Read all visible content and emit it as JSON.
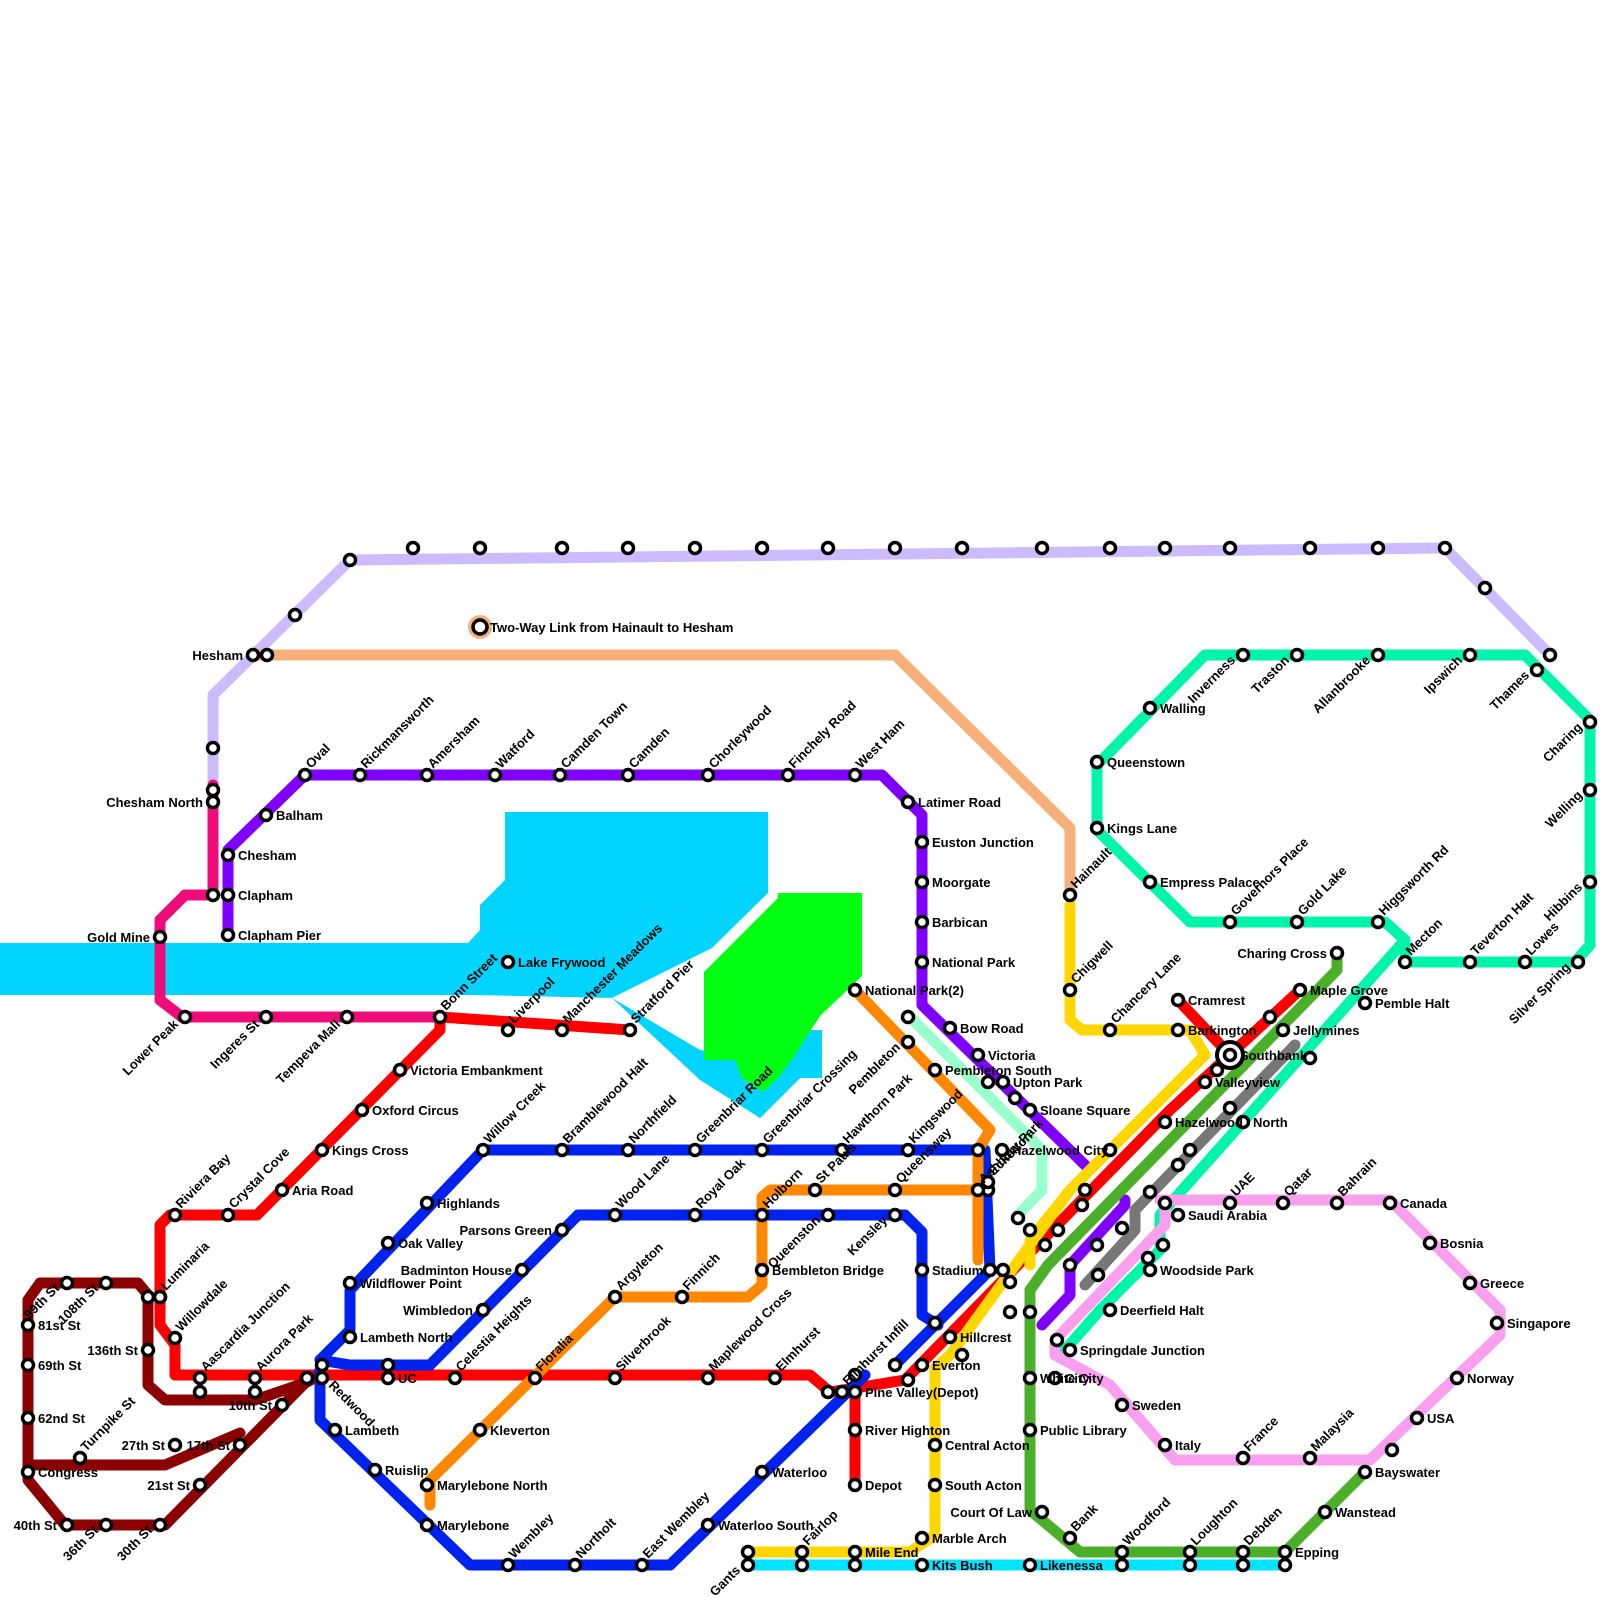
{
  "colors": {
    "lavender": "#ccbbff",
    "peach": "#f7b07a",
    "purple": "#7f00ff",
    "magenta": "#f00c78",
    "red": "#ff0000",
    "maroon": "#8b0000",
    "blue": "#0022ee",
    "orange": "#ff8800",
    "yellow": "#ffd700",
    "green": "#4caf2a",
    "teal": "#00f5aa",
    "mint": "#99ffcc",
    "pink": "#f8a0ee",
    "grey": "#777777",
    "cyan": "#00e5ff",
    "water": "#00d4ff",
    "park": "#00ff11"
  },
  "stations": {
    "hesham": "Hesham",
    "chesham_north": "Chesham North",
    "gold_mine": "Gold Mine",
    "lower_peak": "Lower Peak",
    "ingeres_st": "Ingeres St",
    "tempeva_mall": "Tempeva Mall",
    "bonn_street": "Bonn Street",
    "oval": "Oval",
    "rickmansworth": "Rickmansworth",
    "amersham": "Amersham",
    "watford": "Watford",
    "camden_town": "Camden Town",
    "camden": "Camden",
    "chorleywood": "Chorleywood",
    "finchely_road": "Finchely Road",
    "west_ham": "West Ham",
    "balham": "Balham",
    "chesham": "Chesham",
    "clapham": "Clapham",
    "clapham_pier": "Clapham Pier",
    "lake_frywood": "Lake Frywood",
    "two_way_link": "Two-Way Link from Hainault to Hesham",
    "hainault": "Hainault",
    "chigwell": "Chigwell",
    "chancery_lane": "Chancery Lane",
    "latimer_road": "Latimer Road",
    "euston_junction": "Euston Junction",
    "moorgate": "Moorgate",
    "barbican": "Barbican",
    "national_park": "National Park",
    "national_park_2": "National Park(2)",
    "bow_road": "Bow Road",
    "victoria": "Victoria",
    "pembleton_south": "Pembleton South",
    "upton_park": "Upton Park",
    "sloane_square": "Sloane Square",
    "hazelwood_city": "Hazelwood City",
    "pembleton": "Pembleton",
    "hawthorn_park": "Hawthorn Park",
    "kingswood": "Kingswood",
    "eckerton": "Eckerton",
    "liverpool": "Liverpool",
    "manchester_meadows": "Manchester Meadows",
    "stratford_pier": "Stratford Pier",
    "victoria_embankment": "Victoria Embankment",
    "oxford_circus": "Oxford Circus",
    "kings_cross": "Kings Cross",
    "aria_road": "Aria Road",
    "crystal_cove": "Crystal Cove",
    "riviera_bay": "Riviera Bay",
    "luminaria": "Luminaria",
    "willowdale": "Willowdale",
    "aascardia_junction": "Aascardia Junction",
    "aurora_park": "Aurora Park",
    "redwood": "Redwood",
    "uc": "UC",
    "st_99": "99th St",
    "st_108": "108th St",
    "st_81": "81st St",
    "st_69": "69th St",
    "st_136": "136th St",
    "st_62": "62nd St",
    "congress": "Congress",
    "turnpike_st": "Turnpike St",
    "st_40": "40th St",
    "st_36": "36th St",
    "st_30": "30th St",
    "st_27": "27th St",
    "st_17": "17th St",
    "st_21": "21st St",
    "st_10": "10th St",
    "willow_creek": "Willow Creek",
    "bramblewood_halt": "Bramblewood Halt",
    "northfield": "Northfield",
    "greenbriar_road": "Greenbriar Road",
    "greenbriar_crossing": "Greenbriar Crossing",
    "highlands": "Highlands",
    "oak_valley": "Oak Valley",
    "wildflower_point": "Wildflower Point",
    "lambeth_north": "Lambeth North",
    "lambeth": "Lambeth",
    "ruislip": "Ruislip",
    "wembley": "Wembley",
    "northolt": "Northolt",
    "east_wembley": "East Wembley",
    "waterloo_south": "Waterloo South",
    "waterloo": "Waterloo",
    "elmhurst_infill": "Elmhurst Infill",
    "parsons_green": "Parsons Green",
    "wood_lane": "Wood Lane",
    "royal_oak": "Royal Oak",
    "queenston": "Queenston",
    "badminton_house": "Badminton House",
    "wimbledon": "Wimbledon",
    "celestia_heights": "Celestia Heights",
    "holborn": "Holborn",
    "st_pauls": "St Pauls",
    "queensway": "Queensway",
    "kensley": "Kensley",
    "ashbury_park": "Ashbury Park",
    "stadium": "Stadium",
    "bembleton_bridge": "Bembleton Bridge",
    "argyleton": "Argyleton",
    "finnich": "Finnich",
    "floralia": "Floralia",
    "silverbrook": "Silverbrook",
    "maplewood_cross": "Maplewood Cross",
    "elmhurst": "Elmhurst",
    "kleverton": "Kleverton",
    "marylebone_north": "Marylebone North",
    "marylebone": "Marylebone",
    "pine_valley_depot": "Pine Valley(Depot)",
    "river_highton": "River Highton",
    "depot": "Depot",
    "everton": "Everton",
    "hillcrest": "Hillcrest",
    "central_acton": "Central Acton",
    "south_acton": "South Acton",
    "marble_arch": "Marble Arch",
    "mile_end": "Mile End",
    "fairlop": "Fairlop",
    "gants": "Gants",
    "kits_bush": "Kits Bush",
    "likenessa": "Likenessa",
    "white_city": "White City",
    "public_library": "Public Library",
    "court_of_law": "Court Of Law",
    "bank": "Bank",
    "woodford": "Woodford",
    "loughton": "Loughton",
    "debden": "Debden",
    "epping": "Epping",
    "wanstead": "Wanstead",
    "bayswater": "Bayswater",
    "cramrest": "Cramrest",
    "barkington": "Barkington",
    "southbank": "Southbank",
    "maple_grove": "Maple Grove",
    "jellymines": "Jellymines",
    "charing_cross": "Charing Cross",
    "valleyview": "Valleyview",
    "hazelwood": "Hazelwood",
    "north": "North",
    "pemble_halt": "Pemble Halt",
    "uae": "UAE",
    "qatar": "Qatar",
    "bahrain": "Bahrain",
    "canada": "Canada",
    "bosnia": "Bosnia",
    "greece": "Greece",
    "singapore": "Singapore",
    "norway": "Norway",
    "usa": "USA",
    "malaysia": "Malaysia",
    "france": "France",
    "italy": "Italy",
    "sweden": "Sweden",
    "city": "City",
    "saudi_arabia": "Saudi Arabia",
    "woodside_park": "Woodside Park",
    "deerfield_halt": "Deerfield Halt",
    "springdale_junction": "Springdale Junction",
    "walling": "Walling",
    "inverness": "Inverness",
    "traston": "Traston",
    "allanbrooke": "Allanbrooke",
    "ipswich": "Ipswich",
    "thames": "Thames",
    "charing": "Charing",
    "welling": "Welling",
    "hibbins": "Hibbins",
    "lowes": "Lowes",
    "silver_spring": "Silver Spring",
    "teverton_halt": "Teverton Halt",
    "mecton": "Mecton",
    "higgsworth_rd": "Higgsworth Rd",
    "gold_lake": "Gold Lake",
    "governors_place": "Governors Place",
    "empress_palace": "Empress Palace",
    "kings_lane": "Kings Lane",
    "queenstown": "Queenstown"
  }
}
